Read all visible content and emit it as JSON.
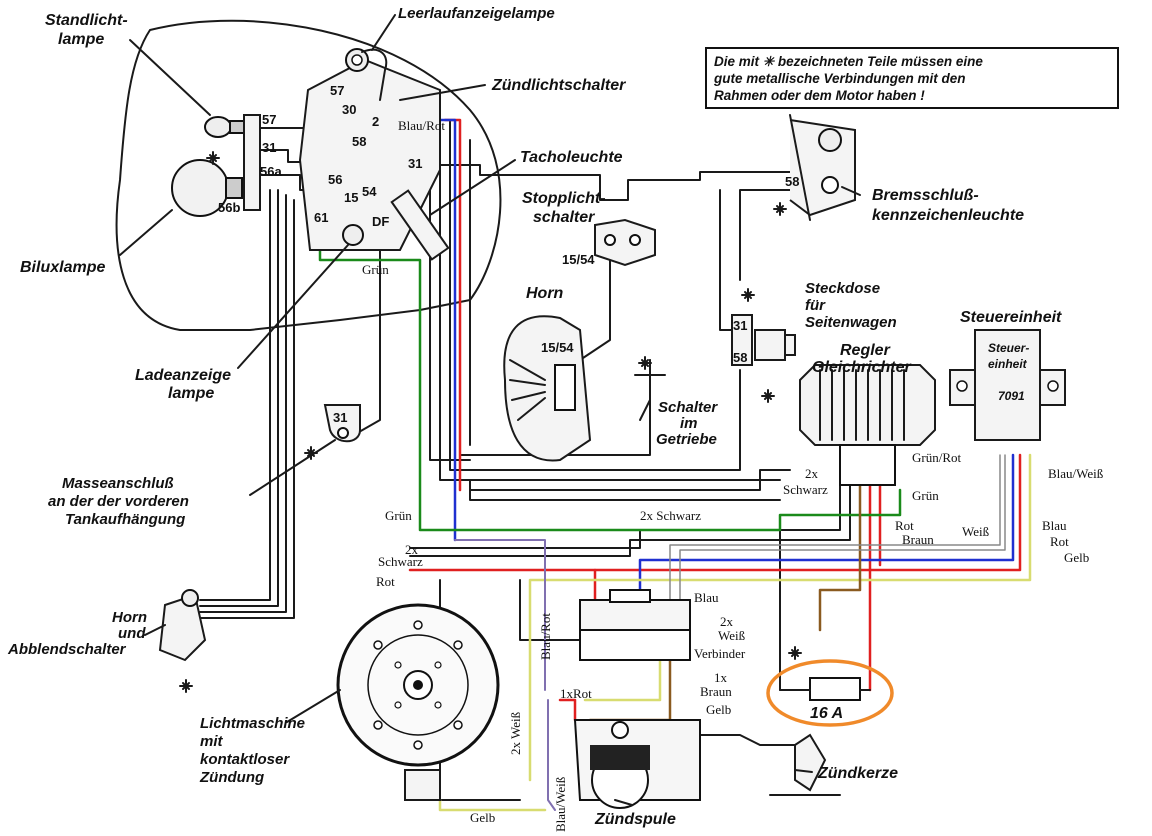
{
  "note": {
    "line1": "Die mit ✳ bezeichneten Teile müssen eine",
    "line2": "gute metallische Verbindungen mit den",
    "line3": "Rahmen oder dem Motor haben !"
  },
  "labels": {
    "standlicht": "Standlicht-",
    "lampe": "lampe",
    "leerlauf": "Leerlaufanzeigelampe",
    "zuendlichtschalter": "Zündlichtschalter",
    "tacholeuchte": "Tacholeuchte",
    "stopplicht": "Stopplicht-",
    "schalter": "schalter",
    "bremsschluss": "Bremsschluß-",
    "kennzeichen": "kennzeichenleuchte",
    "biluxlampe": "Biluxlampe",
    "horn": "Horn",
    "steckdose1": "Steckdose",
    "steckdose2": "für",
    "steckdose3": "Seitenwagen",
    "steuereinheit": "Steuereinheit",
    "steuer_inner1": "Steuer-",
    "steuer_inner2": "einheit",
    "steuer_inner3": "7091",
    "regler1": "Regler",
    "regler2": "Gleichrichter",
    "ladeanzeige1": "Ladeanzeige",
    "ladeanzeige2": "lampe",
    "schalter_getr1": "Schalter",
    "schalter_getr2": "im",
    "schalter_getr3": "Getriebe",
    "masse1": "Masseanschluß",
    "masse2": "an der der vorderen",
    "masse3": "Tankaufhängung",
    "hornschalter1": "Horn",
    "hornschalter2": "und",
    "hornschalter3": "Abblendschalter",
    "lichtmaschine1": "Lichtmaschine",
    "lichtmaschine2": "mit",
    "lichtmaschine3": "kontaktloser",
    "lichtmaschine4": "Zündung",
    "zuendkerze": "Zündkerze",
    "zuendspule": "Zündspule",
    "fuse": "16 A"
  },
  "terminals": {
    "t57a": "57",
    "t31a": "31",
    "t56a": "56a",
    "t56b": "56b",
    "t57b": "57",
    "t30": "30",
    "t2": "2",
    "t58a": "58",
    "t31b": "31",
    "t56": "56",
    "t15": "15",
    "t54": "54",
    "t61": "61",
    "tdf": "DF",
    "t1554a": "15/54",
    "t1554b": "15/54",
    "t58b": "58",
    "t31c": "31",
    "t58c": "58",
    "t31d": "31"
  },
  "wires": {
    "blau_rot_top": "Blau/Rot",
    "gruen_top": "Grün",
    "gruen_left": "Grün",
    "gruen_rot": "Grün/Rot",
    "schwarz_2x_a": "2x",
    "schwarz_2x_b": "Schwarz",
    "gruen_right": "Grün",
    "rot_right": "Rot",
    "braun_right": "Braun",
    "weiss_right": "Weiß",
    "blau_weiss": "Blau/Weiß",
    "blau_r": "Blau",
    "rot_r": "Rot",
    "gelb_r": "Gelb",
    "schwarz_mid": "2x Schwarz",
    "schwarz_left_a": "2x",
    "schwarz_left_b": "Schwarz",
    "rot_left": "Rot",
    "blau_mid": "Blau",
    "weiss_mid_a": "2x",
    "weiss_mid_b": "Weiß",
    "verbinder": "Verbinder",
    "blau_rot_v": "Blau/Rot",
    "rot_1x": "1xRot",
    "braun_1x_a": "1x",
    "braun_1x_b": "Braun",
    "gelb_mid": "Gelb",
    "weiss_2x": "2x Weiß",
    "gelb_bottom": "Gelb",
    "blau_weiss_bottom": "Blau/Weiß"
  },
  "colors": {
    "red": "#e02020",
    "blue": "#2030d0",
    "green": "#1a8a1a",
    "yellow": "#d8dc70",
    "brown": "#8a5a20",
    "purple": "#8070b0",
    "fuse_ring": "#f08a2a"
  }
}
